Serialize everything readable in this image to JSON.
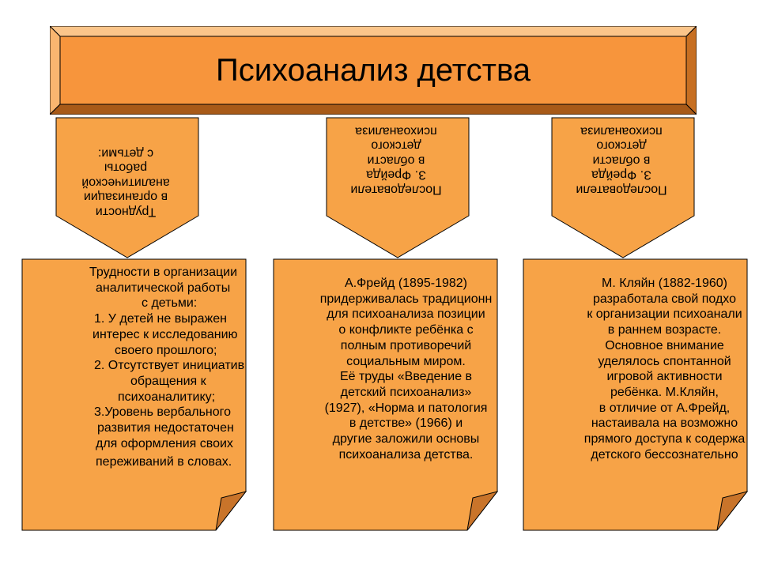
{
  "title": "Психоанализ детства",
  "colors": {
    "fill": "#f7a347",
    "title_fill": "#f7953c",
    "stroke": "#000000",
    "fold": "#c9742a"
  },
  "callouts": [
    {
      "lines": [
        "Трудности",
        "в организации",
        "аналитической",
        "работы",
        "с детьми:"
      ]
    },
    {
      "lines": [
        "Последователи",
        "З. Фрейда",
        "в области",
        "детского",
        "психоанализа"
      ]
    },
    {
      "lines": [
        "Последователи",
        "З. Фрейда",
        "в области",
        "детского",
        "психоанализа"
      ]
    }
  ],
  "cards": [
    {
      "lines": [
        "Трудности в организации",
        "аналитической работы",
        "с детьми:",
        "1. У детей не выражен",
        "интерес к исследованию",
        "своего прошлого;",
        "2. Отсутствует инициатив",
        "обращения к",
        "психоаналитику;",
        "3.Уровень вербального",
        "развития недостаточен",
        "для оформления своих",
        "переживаний в словах."
      ]
    },
    {
      "lines": [
        "А.Фрейд (1895-1982)",
        "придерживалась традиционн",
        "для психоанализа позиции",
        "о конфликте ребёнка с",
        "полным противоречий",
        "социальным миром.",
        "Её труды «Введение в",
        "детский психоанализ»",
        "(1927), «Норма и патология",
        "в детстве» (1966) и",
        "другие заложили основы",
        "психоанализа детства."
      ]
    },
    {
      "lines": [
        "М. Кляйн (1882-1960)",
        "разработала свой подхо",
        "к организации психоанали",
        "в раннем возрасте.",
        "Основное внимание",
        "уделялось спонтанной",
        "игровой активности",
        "ребёнка. М.Кляйн,",
        "в отличие от А.Фрейд,",
        "настаивала на возможно",
        "прямого доступа к содержа",
        "детского бессознательно"
      ]
    }
  ]
}
